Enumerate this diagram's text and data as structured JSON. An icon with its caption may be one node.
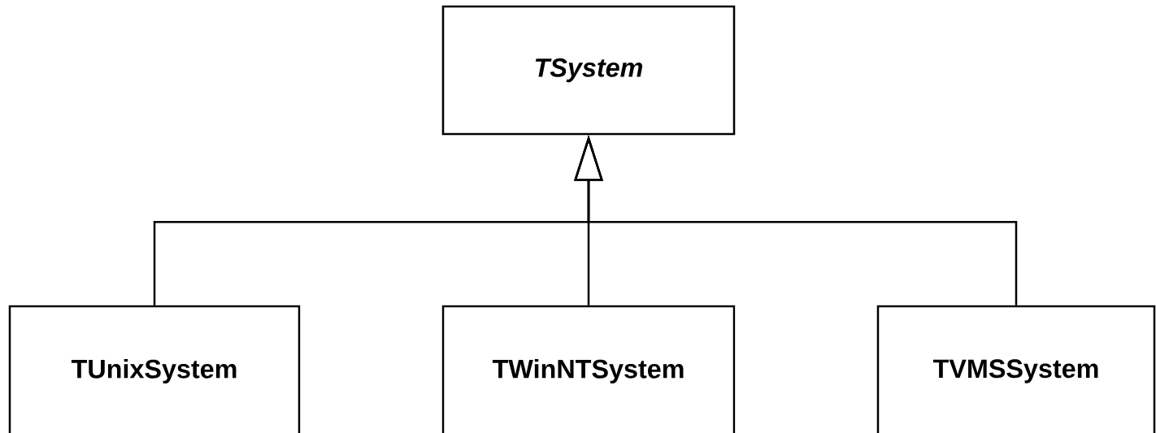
{
  "diagram": {
    "nodes": [
      {
        "text": [
          "TSystem"
        ]
      },
      {
        "text": [
          "TUnixSystem"
        ]
      },
      {
        "text": [
          "TWinNTSystem"
        ]
      },
      {
        "text": [
          "TVMSSystem"
        ]
      }
    ],
    "edges": [
      {
        "from": 1,
        "to": 0,
        "arrow": "to"
      },
      {
        "from": 2,
        "to": 0,
        "arrow": "to"
      },
      {
        "from": 3,
        "to": 0,
        "arrow": "to"
      }
    ]
  }
}
